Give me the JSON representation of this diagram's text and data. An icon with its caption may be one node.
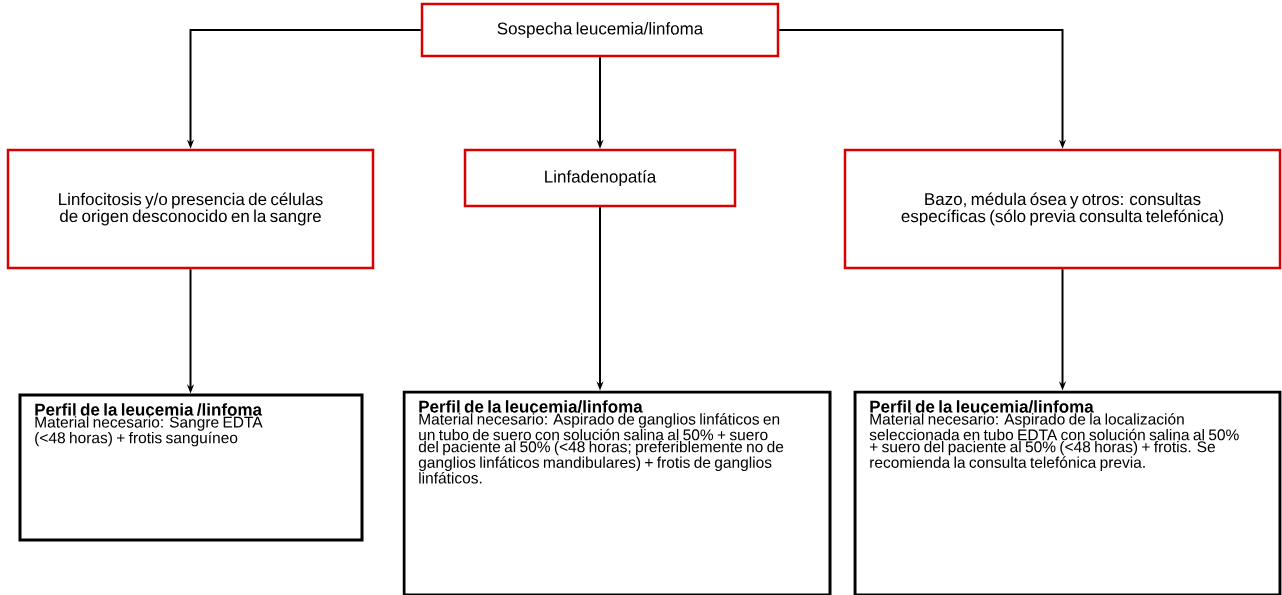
{
  "diagram": {
    "nodes": [
      {
        "text": [
          "Sospecha leucemia/linfoma"
        ]
      },
      {
        "text": [
          "Linfocitosis y/o presencia de células de origen desconocido en la sangre"
        ]
      },
      {
        "text": [
          "Linfadenopatía"
        ]
      },
      {
        "text": [
          "Bazo, médula ósea y otros: consultas específicas (sólo previa consulta telefónica)"
        ]
      },
      {
        "text": [
          "Perfil de la leucemia /linfoma",
          "Material necesario: Sangre EDTA (<48 horas) + frotis sanguíneo"
        ]
      },
      {
        "text": [
          "Perfil de la leucemia/linfoma",
          "Material necesario: Aspirado de ganglios linfáticos en un tubo de suero con solución salina al 50% + suero del paciente al 50% (<48 horas; preferiblemente no de ganglios linfáticos mandibulares) + frotis de ganglios linfáticos."
        ]
      },
      {
        "text": [
          "Perfil de la leucemia/linfoma",
          "Material necesario: Aspirado de la localización seleccionada en tubo EDTA con solución salina al 50% + suero del paciente al 50% (<48 horas) + frotis. Se recomienda la consulta telefónica previa."
        ]
      }
    ],
    "edges": [
      {
        "from": 0,
        "to": 1,
        "arrow": "to"
      },
      {
        "from": 0,
        "to": 2,
        "arrow": "to"
      },
      {
        "from": 0,
        "to": 3,
        "arrow": "to"
      },
      {
        "from": 1,
        "to": 4,
        "arrow": "to"
      },
      {
        "from": 2,
        "to": 5,
        "arrow": "to"
      },
      {
        "from": 3,
        "to": 6,
        "arrow": "to"
      }
    ]
  }
}
